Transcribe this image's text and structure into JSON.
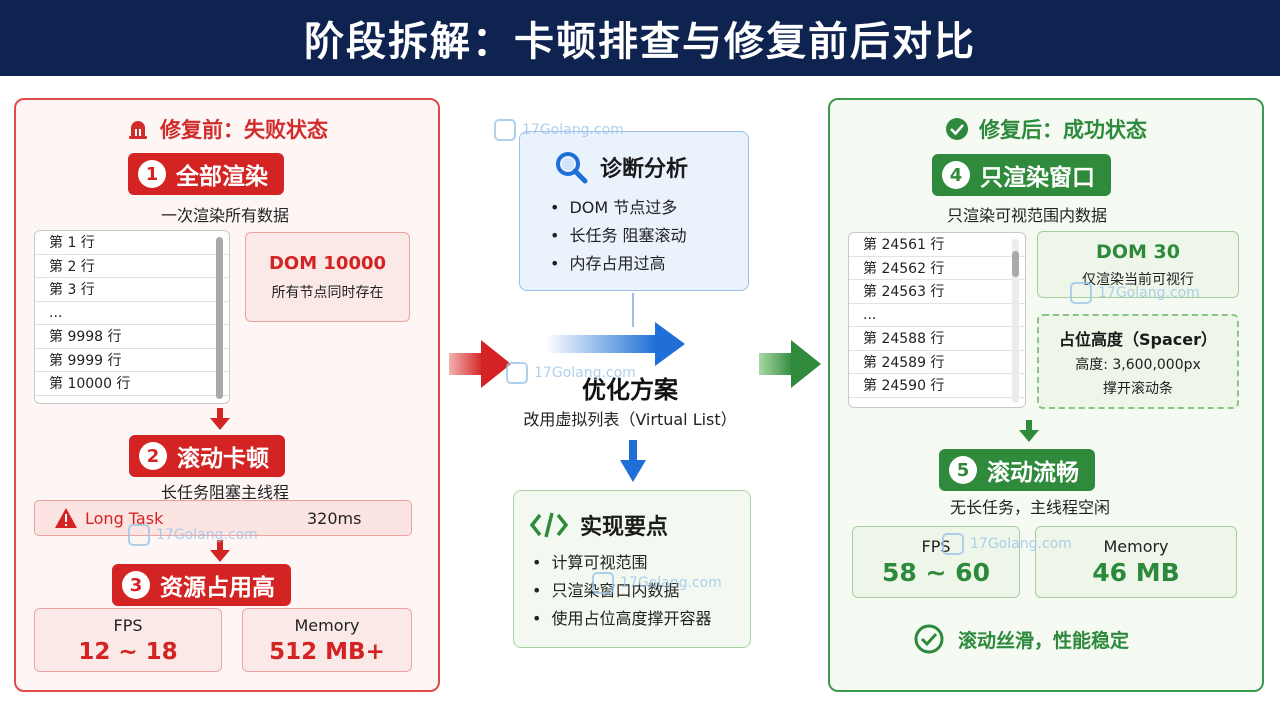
{
  "title": "阶段拆解：卡顿排查与修复前后对比",
  "before": {
    "header": "修复前：失败状态",
    "step1": {
      "num": "1",
      "label": "全部渲染",
      "sub": "一次渲染所有数据"
    },
    "list_rows": [
      "第 1 行",
      "第 2 行",
      "第 3 行",
      "...",
      "第 9998 行",
      "第 9999 行",
      "第 10000 行"
    ],
    "dom_title": "DOM 10000",
    "dom_desc": "所有节点同时存在",
    "step2": {
      "num": "2",
      "label": "滚动卡顿",
      "sub": "长任务阻塞主线程"
    },
    "long_task_label": "Long Task",
    "long_task_value": "320ms",
    "step3": {
      "num": "3",
      "label": "资源占用高"
    },
    "fps_label": "FPS",
    "fps_value": "12 ~ 18",
    "mem_label": "Memory",
    "mem_value": "512 MB+"
  },
  "middle": {
    "diag_title": "诊断分析",
    "diag_items": [
      "DOM 节点过多",
      "长任务 阻塞滚动",
      "内存占用过高"
    ],
    "opt_title": "优化方案",
    "opt_sub": "改用虚拟列表（Virtual List）",
    "impl_title": "实现要点",
    "impl_items": [
      "计算可视范围",
      "只渲染窗口内数据",
      "使用占位高度撑开容器"
    ]
  },
  "after": {
    "header": "修复后：成功状态",
    "step4": {
      "num": "4",
      "label": "只渲染窗口",
      "sub": "只渲染可视范围内数据"
    },
    "list_rows": [
      "第 24561 行",
      "第 24562 行",
      "第 24563 行",
      "...",
      "第 24588 行",
      "第 24589 行",
      "第 24590 行"
    ],
    "dom_title": "DOM 30",
    "dom_desc": "仅渲染当前可视行",
    "spacer_title": "占位高度（Spacer）",
    "spacer_height": "高度: 3,600,000px",
    "spacer_desc": "撑开滚动条",
    "step5": {
      "num": "5",
      "label": "滚动流畅",
      "sub": "无长任务，主线程空闲"
    },
    "fps_label": "FPS",
    "fps_value": "58 ~ 60",
    "mem_label": "Memory",
    "mem_value": "46 MB",
    "result": "滚动丝滑，性能稳定"
  },
  "watermark": "17Golang.com",
  "colors": {
    "red": "#d42323",
    "green": "#2f8a3c",
    "blue": "#1f6fd6",
    "navy": "#0f2350"
  },
  "icons": [
    "warning-bell-icon",
    "check-circle-icon",
    "search-icon",
    "code-icon",
    "warning-triangle-icon",
    "arrow-right-icon",
    "arrow-down-icon",
    "check-circle-outline-icon"
  ]
}
